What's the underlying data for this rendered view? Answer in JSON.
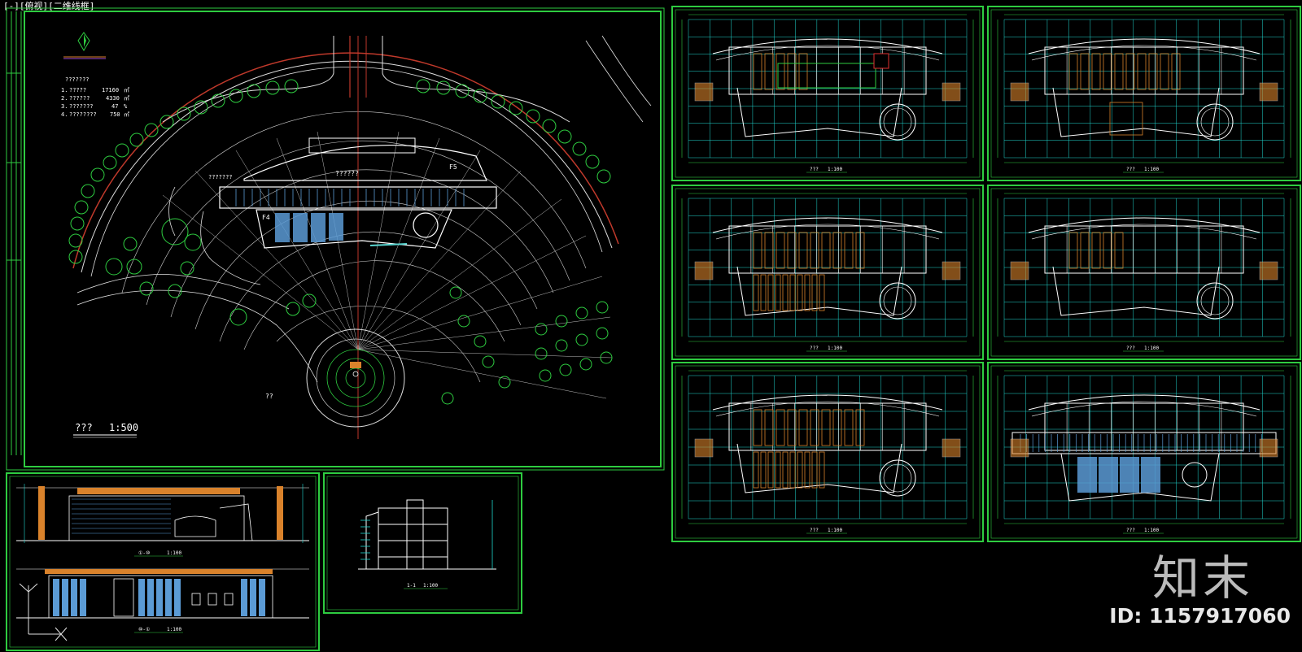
{
  "window": {
    "viewport_label": "[-][俯视][二维线框]"
  },
  "site_plan": {
    "title": "???",
    "scale": "1:500",
    "area_table_header": "???????",
    "area_rows": [
      {
        "num": "1.",
        "name": "?????",
        "value": "17160",
        "unit": "㎡"
      },
      {
        "num": "2.",
        "name": "??????",
        "value": "4330",
        "unit": "㎡"
      },
      {
        "num": "3.",
        "name": "???????",
        "value": "47",
        "unit": "%"
      },
      {
        "num": "4.",
        "name": "????????",
        "value": "750",
        "unit": "㎡"
      }
    ],
    "building_label": "??????",
    "side_label": "???????",
    "floor_tag_left": "F4",
    "floor_tag_right": "F5",
    "entry_label": "??",
    "north_label": "N"
  },
  "sheets": [
    {
      "title": "???",
      "scale": "1:100"
    },
    {
      "title": "???",
      "scale": "1:100"
    },
    {
      "title": "???",
      "scale": "1:100"
    },
    {
      "title": "???",
      "scale": "1:100"
    },
    {
      "title": "???",
      "scale": "1:100"
    },
    {
      "title": "???",
      "scale": "1:100"
    }
  ],
  "elevations": [
    {
      "title": "①-⑩",
      "scale": "1:100"
    },
    {
      "title": "⑩-①",
      "scale": "1:100"
    }
  ],
  "section": {
    "title": "1-1",
    "scale": "1:100"
  },
  "watermark": {
    "logo": "知末",
    "id": "ID: 1157917060"
  },
  "colors": {
    "background": "#000000",
    "frame": "#2ecc40",
    "grid": "#20d8d0",
    "walls": "#ffffff",
    "accent_blue": "#5b9bd5",
    "accent_orange": "#d9822b",
    "trees": "#2ecc40",
    "road_red": "#c0392b"
  }
}
